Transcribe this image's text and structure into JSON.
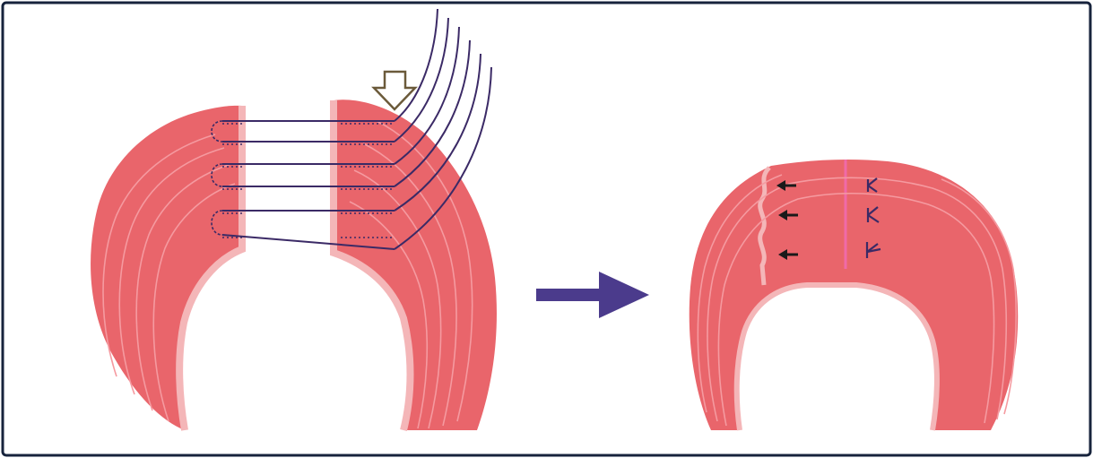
{
  "diagram": {
    "panels": [
      {
        "state": "before",
        "label": ""
      },
      {
        "state": "after",
        "label": ""
      }
    ],
    "icons": {
      "push_indicator": "hollow-down-arrow-icon",
      "transition": "right-arrow-icon",
      "knot_marks": "k-knot-icon"
    },
    "sutures": {
      "count": 6
    },
    "colors": {
      "tissue": "#e9656b",
      "tissue_edge": "#f4b6b8",
      "tissue_fibers": "#f59aa0",
      "suture": "#3b2a66",
      "transition_arrow": "#4b3b8c",
      "frame": "#17233c",
      "hollow_arrow_fill": "#ffffff",
      "hollow_arrow_stroke": "#6b5a3a"
    }
  }
}
